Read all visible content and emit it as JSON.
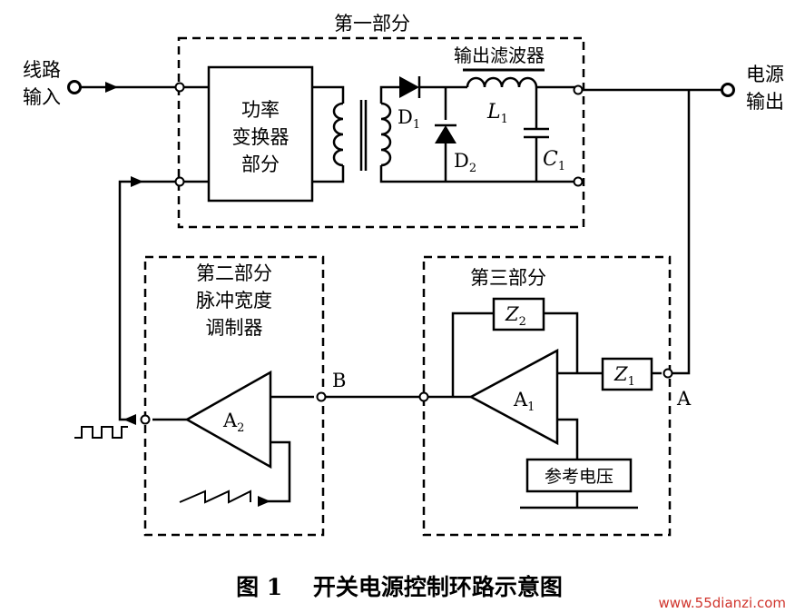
{
  "labels": {
    "part1": "第一部分",
    "part2_line1": "第二部分",
    "part2_line2": "脉冲宽度",
    "part2_line3": "调制器",
    "part3": "第三部分",
    "line_in_1": "线路",
    "line_in_2": "输入",
    "power_out_1": "电源",
    "power_out_2": "输出",
    "converter_1": "功率",
    "converter_2": "变换器",
    "converter_3": "部分",
    "output_filter": "输出滤波器",
    "D1": "D",
    "D1_sub": "1",
    "D2": "D",
    "D2_sub": "2",
    "L1": "L",
    "L1_sub": "1",
    "C1": "C",
    "C1_sub": "1",
    "A1": "A",
    "A1_sub": "1",
    "A2": "A",
    "A2_sub": "2",
    "Z1": "Z",
    "Z1_sub": "1",
    "Z2": "Z",
    "Z2_sub": "2",
    "node_A": "A",
    "node_B": "B",
    "ref_voltage": "参考电压"
  },
  "caption": "图 1　 开关电源控制环路示意图",
  "watermark": "www.55dianzi.com",
  "colors": {
    "line": "#000000",
    "background": "#ffffff",
    "watermark": "#d0342c"
  }
}
